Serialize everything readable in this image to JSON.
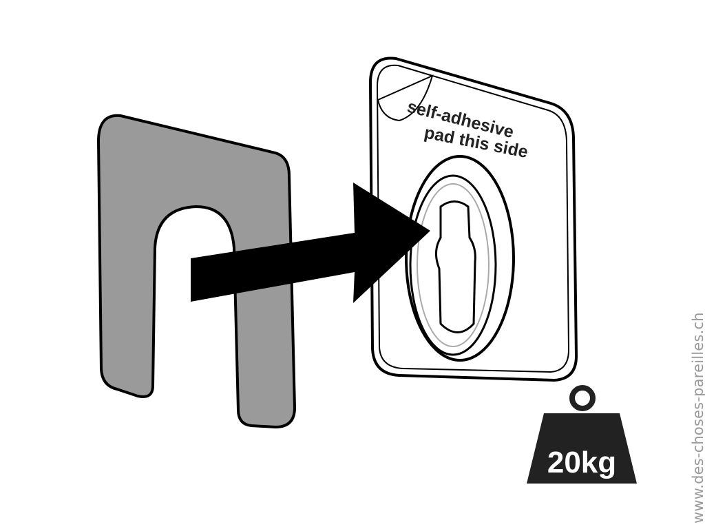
{
  "pad": {
    "line1": "self-adhesive",
    "line2": "pad this side"
  },
  "weight": {
    "label": "20kg"
  },
  "watermark": "www.des-choses-pareilles.ch",
  "colors": {
    "plate": "#9a9a9a",
    "arrow": "#000000",
    "pad": "#ffffff",
    "weight": "#222222"
  }
}
